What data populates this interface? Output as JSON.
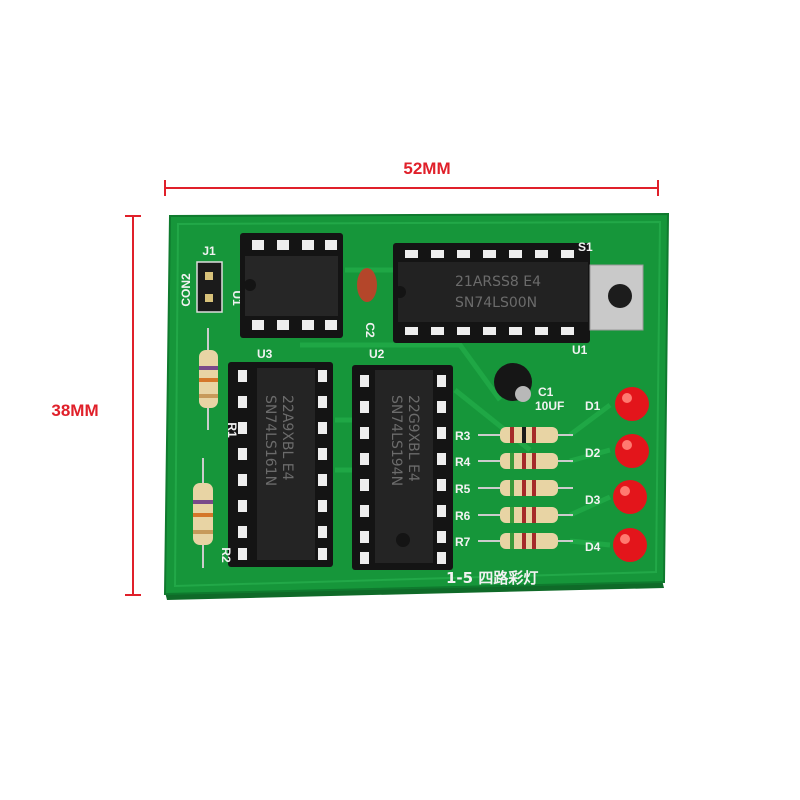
{
  "dimensions": {
    "width_label": "52MM",
    "height_label": "38MM"
  },
  "colors": {
    "dimension": "#e0202a",
    "pcb": "#16963a",
    "silkscreen": "#f2f2f2",
    "led": "#e3151b"
  },
  "board": {
    "title": "1-5 四路彩灯",
    "labels": {
      "j1": "J1",
      "con2": "CON2",
      "u1_side": "U1",
      "c2": "C2",
      "s1": "S1",
      "u1": "U1",
      "u3": "U3",
      "u2": "U2",
      "c1": "C1",
      "c1_value": "10UF",
      "r1": "R1",
      "r2": "R2"
    },
    "resistors": [
      "R3",
      "R4",
      "R5",
      "R6",
      "R7"
    ],
    "leds": [
      "D1",
      "D2",
      "D3",
      "D4"
    ],
    "chips": {
      "u1": {
        "line1": "21ARSS8 E4",
        "line2": "SN74LS00N"
      },
      "u3": {
        "line1": "22A9XBL E4",
        "line2": "SN74LS161N"
      },
      "u2": {
        "line1": "22G9XBL E4",
        "line2": "SN74LS194N"
      }
    }
  }
}
